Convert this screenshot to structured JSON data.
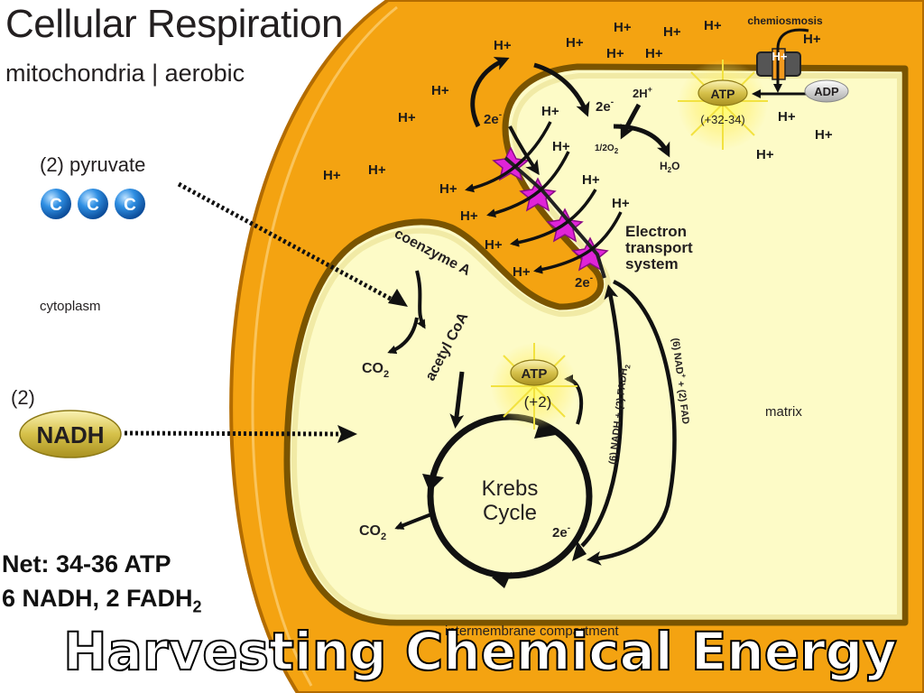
{
  "header": {
    "title": "Cellular Respiration",
    "subtitle": "mitochondria | aerobic"
  },
  "inputs": {
    "pyruvate_label": "(2) pyruvate",
    "carbon_letter": "C",
    "nadh_count": "(2)",
    "nadh_label": "NADH"
  },
  "regions": {
    "cytoplasm": "cytoplasm",
    "matrix": "matrix",
    "intermembrane": "intermembrane compartment"
  },
  "reactions": {
    "coenzyme_a": "coenzyme A",
    "acetyl_coa": "acetyl CoA",
    "co2": "CO",
    "co2_sub": "2",
    "krebs_line1": "Krebs",
    "krebs_line2": "Cycle",
    "electron": "2e",
    "electron_sup": "-",
    "atp": "ATP",
    "krebs_atp_yield": "(+2)",
    "ets_atp_yield": "(+32-34)",
    "nadh_fadh": "(6) NADH + (2) FADH",
    "nad_fad": "(6) NAD",
    "nad_fad_tail": " + (2) FAD",
    "plus": "+",
    "sub2": "2"
  },
  "ets": {
    "line1": "Electron",
    "line2": "transport",
    "line3": "system",
    "half_o2": "1/2O",
    "h2o": "H",
    "h2o_tail": "O",
    "two_h": "2H",
    "two_h_sup": "+"
  },
  "chemiosmosis": {
    "label": "chemiosmosis",
    "adp": "ADP",
    "hplus": "H+"
  },
  "net": {
    "line1": "Net: 34-36 ATP",
    "line2a": "6 NADH, 2 FADH",
    "line2_sub": "2"
  },
  "banner": {
    "text": "Harvesting Chemical Energy"
  },
  "colors": {
    "outer_membrane": "#f4a311",
    "outer_edge": "#b36c00",
    "inner_membrane": "#7a5400",
    "matrix": "#fdfbc7",
    "atp_badge": "#c9b23c",
    "protein_magenta": "#e024d8",
    "carbon_blue": "#2f8fe3"
  }
}
